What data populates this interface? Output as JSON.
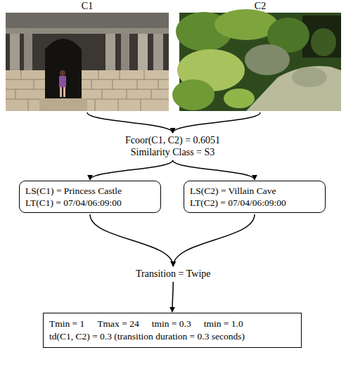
{
  "diagram": {
    "nodes": [
      {
        "text": [
          "C1"
        ]
      },
      {
        "text": [
          "C2"
        ]
      },
      {
        "text": [
          "Fcoor(C1, C2) = 0.6051",
          "Similarity Class = S3"
        ]
      },
      {
        "text": [
          "LS(C1) = Princess Castle",
          "LT(C1) = 07/04/06:09:00"
        ]
      },
      {
        "text": [
          "LS(C2) = Villain Cave",
          "LT(C2) = 07/04/06:09:00"
        ]
      },
      {
        "text": [
          "Transition = Twipe"
        ]
      },
      {
        "text": [
          "Tmin = 1",
          "Tmax = 24",
          "tmin = 0.3",
          "tmin = 1.0",
          "td(C1, C2) = 0.3 (transition duration = 0.3 seconds)"
        ]
      }
    ],
    "edges": [
      {
        "from": 0,
        "to": 2,
        "arrow": "to"
      },
      {
        "from": 1,
        "to": 2,
        "arrow": "to"
      },
      {
        "from": 2,
        "to": 3,
        "arrow": "to"
      },
      {
        "from": 2,
        "to": 4,
        "arrow": "to"
      },
      {
        "from": 3,
        "to": 5,
        "arrow": "to"
      },
      {
        "from": 4,
        "to": 5,
        "arrow": "to"
      },
      {
        "from": 5,
        "to": 6,
        "arrow": "to"
      }
    ]
  }
}
